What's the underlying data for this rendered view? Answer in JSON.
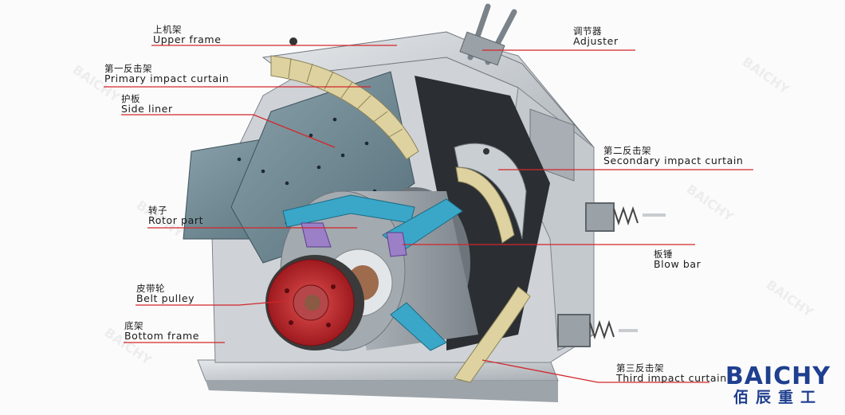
{
  "labels": [
    {
      "id": "upper-frame",
      "zh": "上机架",
      "en": "Upper frame"
    },
    {
      "id": "primary-impact-curtain",
      "zh": "第一反击架",
      "en": "Primary impact curtain"
    },
    {
      "id": "side-liner",
      "zh": "护板",
      "en": "Side liner"
    },
    {
      "id": "rotor-part",
      "zh": "转子",
      "en": "Rotor part"
    },
    {
      "id": "belt-pulley",
      "zh": "皮带轮",
      "en": "Belt pulley"
    },
    {
      "id": "bottom-frame",
      "zh": "底架",
      "en": "Bottom frame"
    },
    {
      "id": "adjuster",
      "zh": "调节器",
      "en": "Adjuster"
    },
    {
      "id": "secondary-impact-curtain",
      "zh": "第二反击架",
      "en": "Secondary impact curtain"
    },
    {
      "id": "blow-bar",
      "zh": "板锤",
      "en": "Blow bar"
    },
    {
      "id": "third-impact-curtain",
      "zh": "第三反击架",
      "en": "Third impact curtain"
    }
  ],
  "logo": {
    "en": "BAICHY",
    "zh": "佰辰重工"
  },
  "colors": {
    "leader": "#d3262b",
    "frame": "#bfc4c9",
    "liner": "#6e8791",
    "curtain": "#ddd2a0",
    "rotor": "#8a9298",
    "blow_bar": "#3aa7c9",
    "pulley": "#c8262c",
    "logo": "#1f3f8f"
  }
}
